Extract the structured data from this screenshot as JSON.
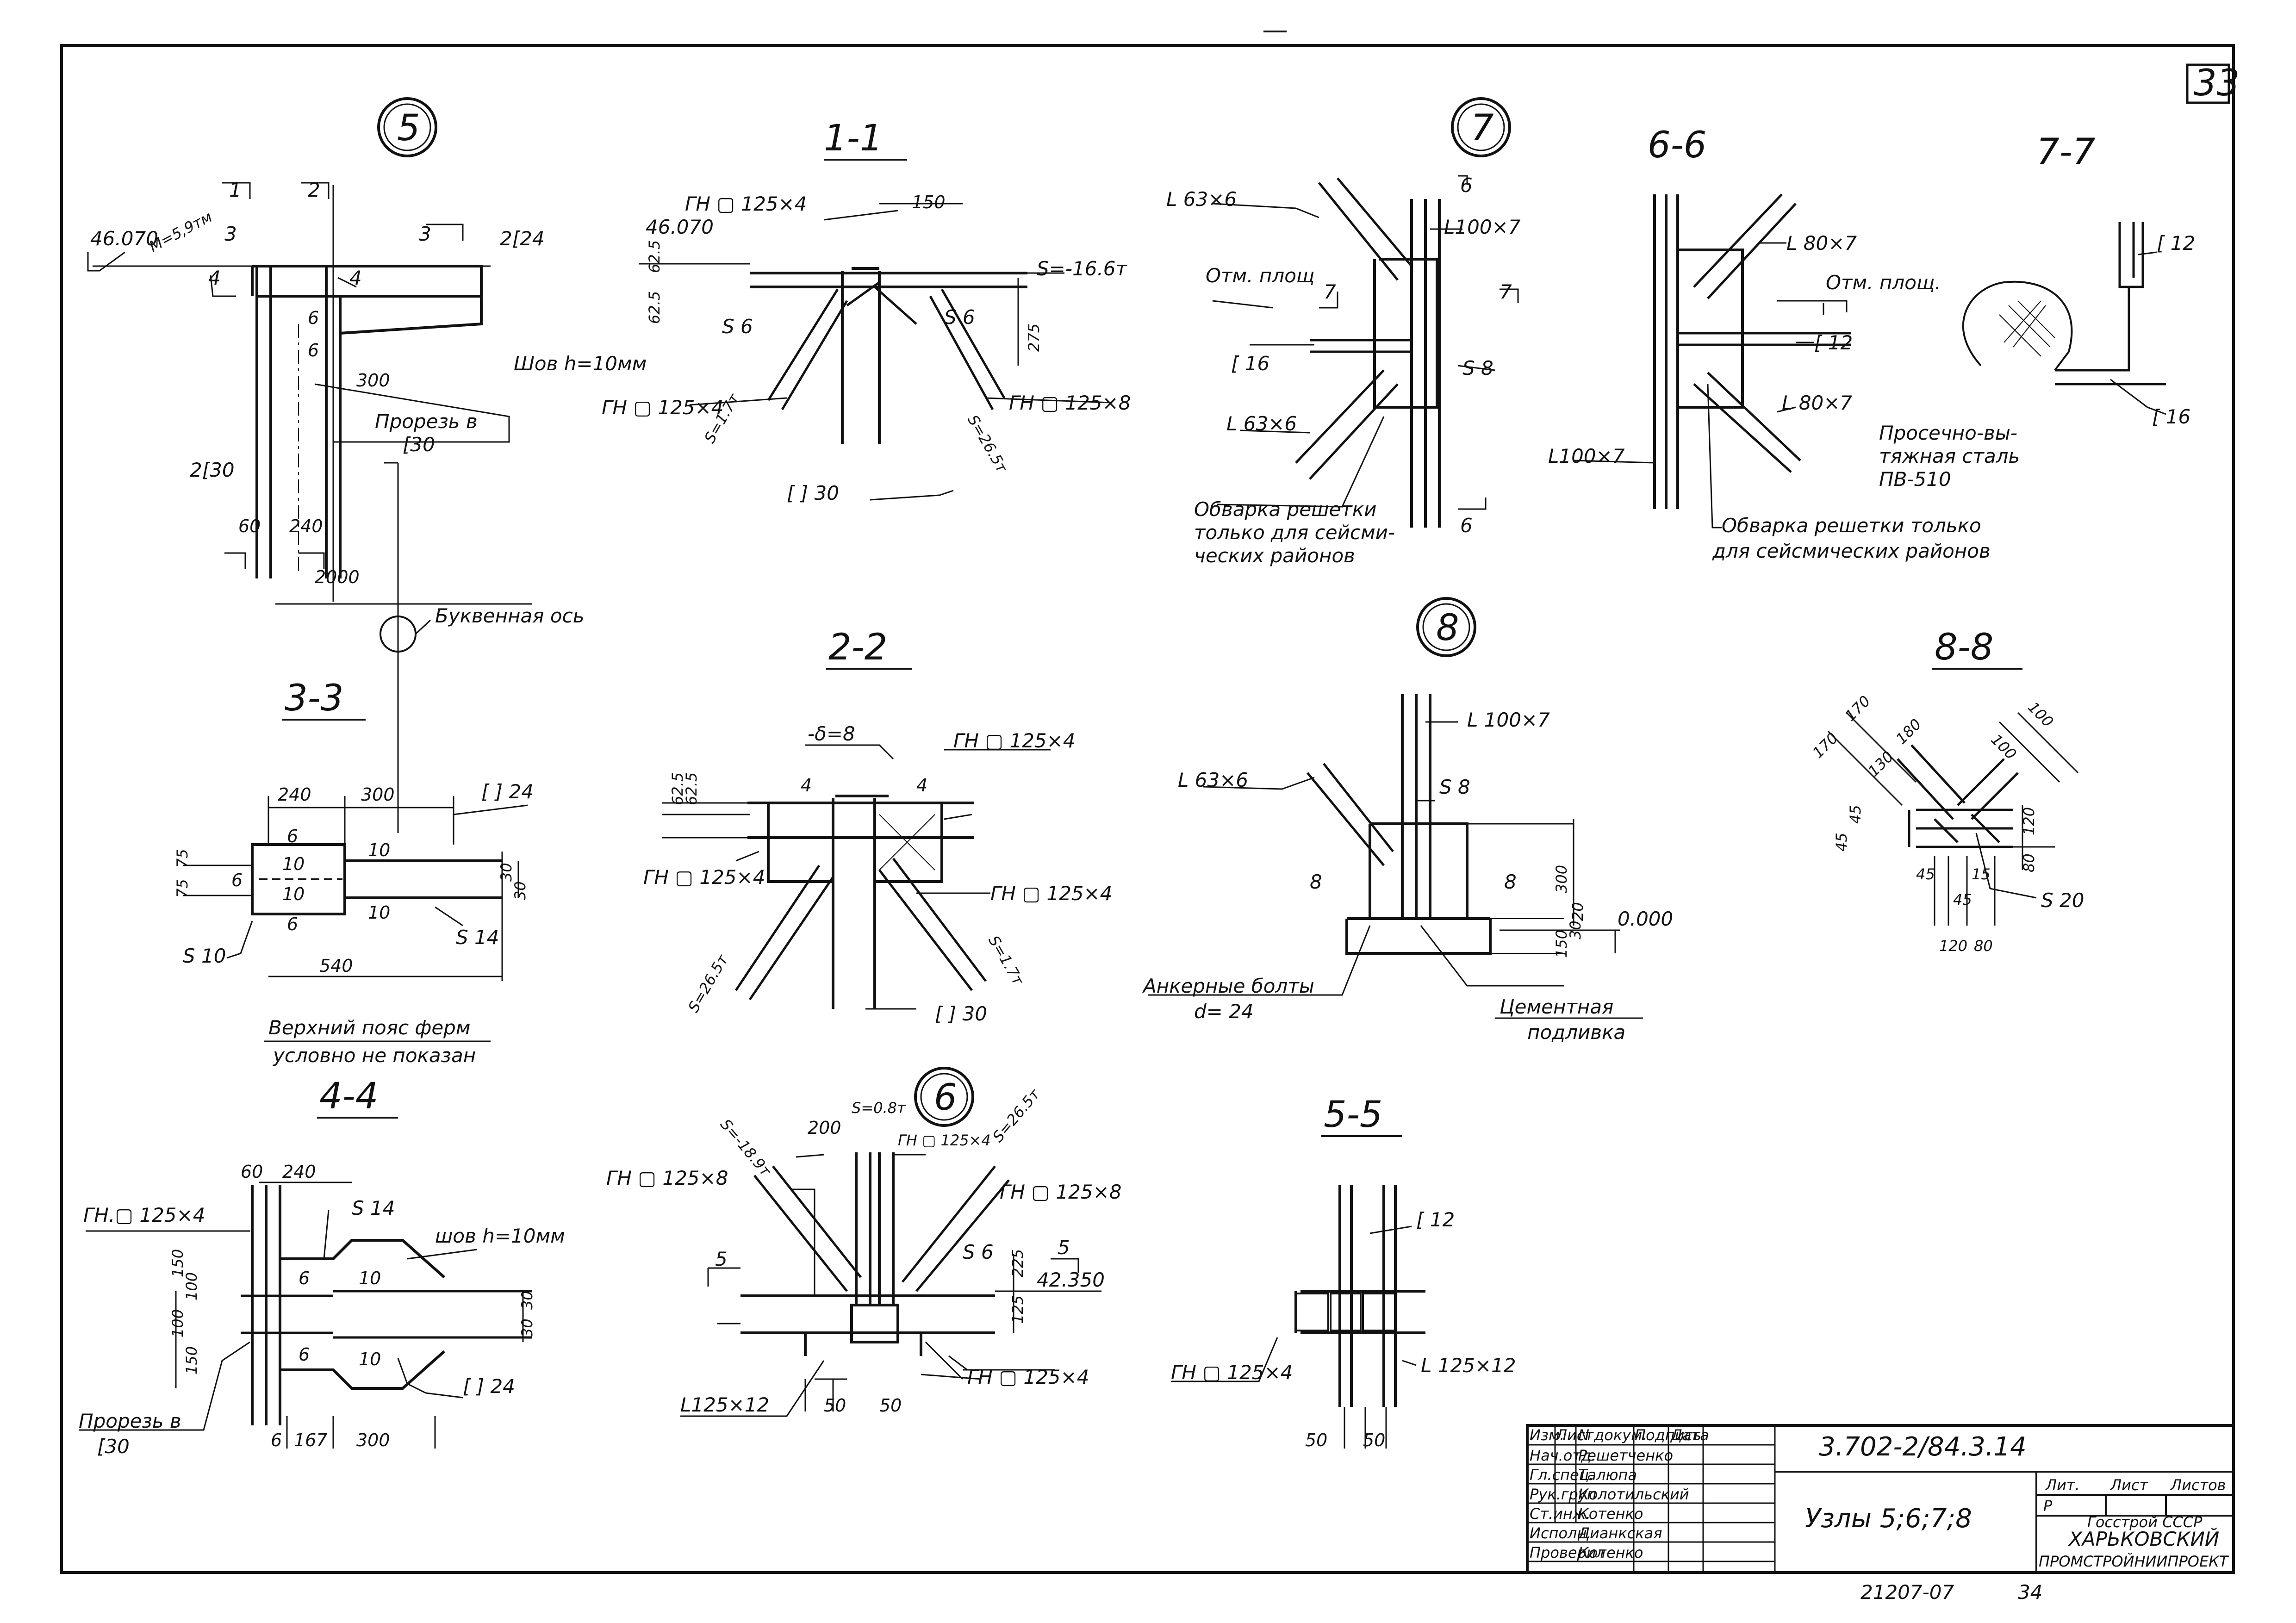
{
  "sheet_number": "33",
  "page_number": "34",
  "archive_number": "21207-07",
  "titles": {
    "node5": "5",
    "node6": "6",
    "node7": "7",
    "node8": "8",
    "s1": "1-1",
    "s2": "2-2",
    "s3": "3-3",
    "s4": "4-4",
    "s5": "5-5",
    "s6": "6-6",
    "s7": "7-7",
    "s8": "8-8"
  },
  "node5": {
    "elev": "46.070",
    "m": "M=5,9тм",
    "ch2": "2[24",
    "seam": "Шов h=10мм",
    "cut": "Прорезь в",
    "cut2": "[30",
    "col": "2[30",
    "d300": "300",
    "d60": "60",
    "d240": "240",
    "d2000": "2000",
    "axis": "Буквенная ось",
    "c1": "1",
    "c2": "2",
    "c3": "3",
    "c4": "4",
    "s6": "6"
  },
  "s1": {
    "gn1": "ГН ▢ 125×4",
    "elev": "46.070",
    "d150": "150",
    "s_top": "S=-16.6т",
    "d625": "62.5",
    "d275": "275",
    "s6": "S 6",
    "gn2": "ГН ▢ 125×4",
    "gn3": "ГН ▢ 125×8",
    "s17": "S=1.7т",
    "s265": "S=26.5т",
    "col": "[ ] 30"
  },
  "s2": {
    "plate": "-δ=8",
    "gn1": "ГН ▢ 125×4",
    "gn2": "ГН ▢ 125×4",
    "gn3": "ГН ▢ 125×4",
    "d625": "62.5",
    "d4": "4",
    "s265": "S=26.5т",
    "s17": "S=1.7т",
    "col": "[ ] 30"
  },
  "s3": {
    "d240": "240",
    "d300": "300",
    "ch": "[ ] 24",
    "d75": "75",
    "d6": "6",
    "d10": "10",
    "d30": "30",
    "d540": "540",
    "s10": "S 10",
    "s14": "S 14",
    "note1": "Верхний пояс ферм",
    "note2": "условно не показан"
  },
  "s4": {
    "d60": "60",
    "d240": "240",
    "gn": "ГН.▢ 125×4",
    "s14": "S 14",
    "seam": "шов h=10мм",
    "d150": "150",
    "d100": "100",
    "d30": "30",
    "d6": "6",
    "d10": "10",
    "d167": "167",
    "d300": "300",
    "ch": "[ ] 24",
    "cut": "Прорезь в",
    "cut2": "[30"
  },
  "node6": {
    "s08": "S=0.8т",
    "s189": "S=-18.9т",
    "s265": "S=26.5т",
    "d200": "200",
    "gn1": "ГН ▢ 125×4",
    "gn2": "ГН ▢ 125×8",
    "gn3": "ГН ▢ 125×8",
    "s6": "S 6",
    "d225": "225",
    "d125": "125",
    "elev": "42.350",
    "angle": "L125×12",
    "gn4": "ГН ▢ 125×4",
    "d50a": "50",
    "d50b": "50",
    "c5": "5"
  },
  "s5": {
    "ch": "[ 12",
    "gn": "ГН ▢ 125×4",
    "angle": "L 125×12",
    "d50a": "50",
    "d50b": "50"
  },
  "node7": {
    "l63a": "L 63×6",
    "l100": "L100×7",
    "elev": "Отм. площ",
    "ch16": "[ 16",
    "s8": "S 8",
    "l63b": "L 63×6",
    "note1": "Обварка решетки",
    "note2": "только для сейсми-",
    "note3": "ческих районов",
    "c6": "6",
    "c7": "7"
  },
  "s6": {
    "l80a": "L 80×7",
    "elev": "Отм. площ.",
    "ch12": "[ 12",
    "l80b": "L 80×7",
    "l100": "L100×7",
    "note1": "Обварка решетки только",
    "note2": "для сейсмических районов"
  },
  "s7": {
    "ch12": "[ 12",
    "ch16": "[ 16",
    "note1": "Просечно-вы-",
    "note2": "тяжная сталь",
    "note3": "ПВ-510"
  },
  "node8": {
    "l100": "L 100×7",
    "l63": "L 63×6",
    "s8": "S 8",
    "d300": "300",
    "d20": "20",
    "d150": "150",
    "d30": "30",
    "elev": "0.000",
    "bolts1": "Анкерные болты",
    "bolts2": "d= 24",
    "grout1": "Цементная",
    "grout2": "подливка",
    "c8": "8"
  },
  "s8": {
    "d170a": "170",
    "d170b": "170",
    "d130": "130",
    "d180": "180",
    "d100a": "100",
    "d100b": "100",
    "d45a": "45",
    "d45b": "45",
    "d15": "15",
    "d120": "120",
    "d80": "80",
    "d45c": "45",
    "s20": "S 20",
    "d80b": "80",
    "d120b": "120"
  },
  "title_block": {
    "code": "3.702-2/84.3.14",
    "title": "Узлы 5;6;7;8",
    "header": [
      "Изм.",
      "Лист",
      "N докум.",
      "Подпись",
      "Дата"
    ],
    "rows": [
      [
        "Нач.отд.",
        "Решетченко"
      ],
      [
        "Гл.спец.",
        "Талюпа"
      ],
      [
        "Рук.груп.",
        "Колотильский"
      ],
      [
        "Ст.инж.",
        "Котенко"
      ],
      [
        "Исполн.",
        "Дианкская"
      ],
      [
        "Проверил",
        "Котенко"
      ]
    ],
    "stage_hdr": [
      "Лит.",
      "Лист",
      "Листов"
    ],
    "stage": "Р",
    "org1": "Госстрой СССР",
    "org2": "ХАРЬКОВСКИЙ",
    "org3": "ПРОМСТРОЙНИИПРОЕКТ"
  }
}
